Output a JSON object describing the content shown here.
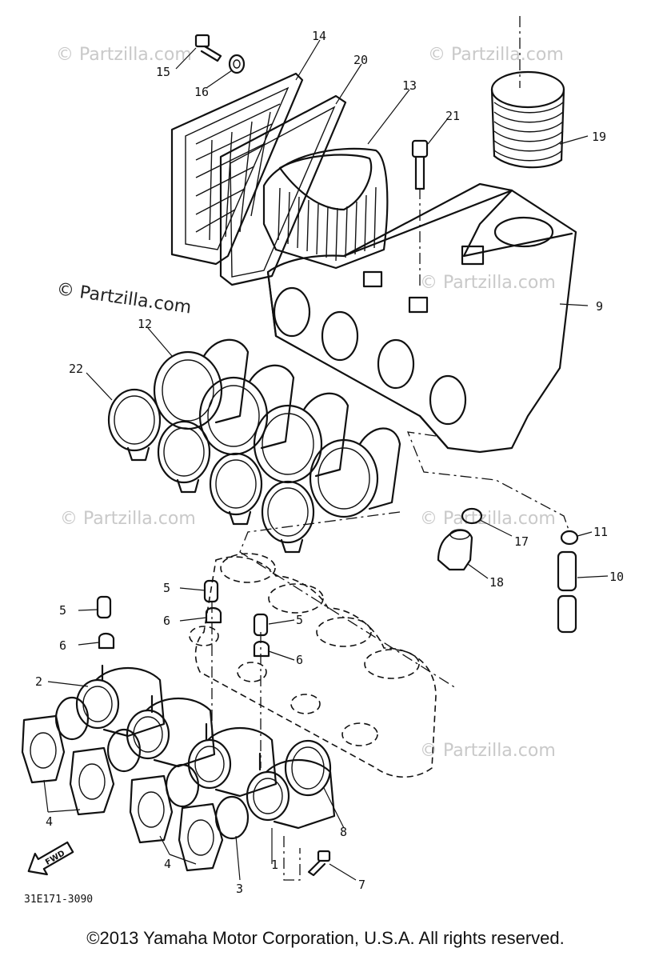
{
  "watermark": {
    "faint_text": "© Partzilla.com",
    "dark_text": "© Partzilla.com"
  },
  "part_labels": [
    "1",
    "2",
    "3",
    "4",
    "4",
    "5",
    "5",
    "5",
    "6",
    "6",
    "6",
    "7",
    "8",
    "9",
    "10",
    "11",
    "12",
    "13",
    "14",
    "15",
    "16",
    "17",
    "18",
    "19",
    "20",
    "21",
    "22"
  ],
  "diagram_code": "31E171-3090",
  "fwd_label": "FWD",
  "copyright": "©2013 Yamaha Motor Corporation, U.S.A. All rights reserved."
}
